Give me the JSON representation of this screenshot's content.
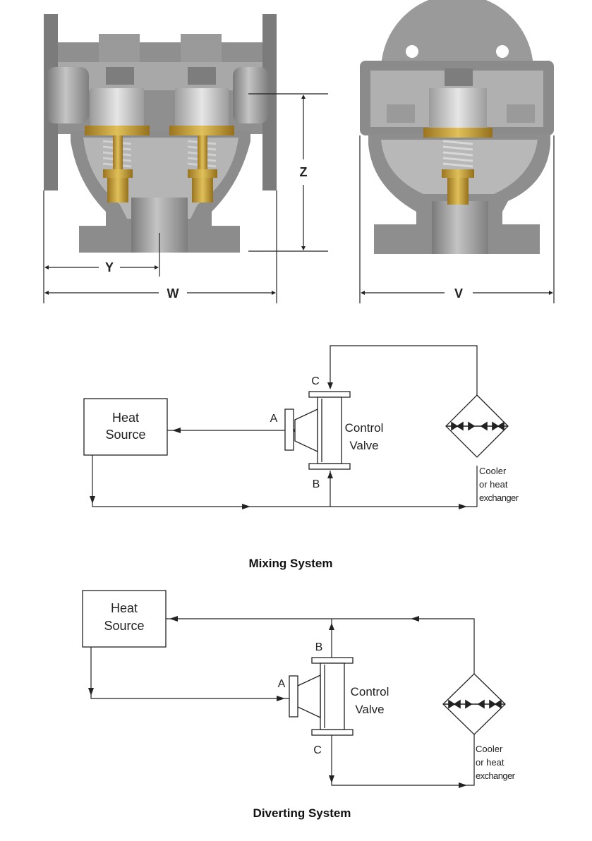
{
  "dimensions": {
    "z": "Z",
    "y": "Y",
    "w": "W",
    "v": "V"
  },
  "mixing": {
    "heat_source_line1": "Heat",
    "heat_source_line2": "Source",
    "port_a": "A",
    "port_b": "B",
    "port_c": "C",
    "valve_line1": "Control",
    "valve_line2": "Valve",
    "cooler_line1": "Cooler",
    "cooler_line2": "or heat",
    "cooler_line3": "exchanger",
    "caption": "Mixing System"
  },
  "diverting": {
    "heat_source_line1": "Heat",
    "heat_source_line2": "Source",
    "port_a": "A",
    "port_b": "B",
    "port_c": "C",
    "valve_line1": "Control",
    "valve_line2": "Valve",
    "cooler_line1": "Cooler",
    "cooler_line2": "or heat",
    "cooler_line3": "exchanger",
    "caption": "Diverting System"
  },
  "colors": {
    "metal_dark": "#6e6e6e",
    "metal_mid": "#a5a5a5",
    "metal_light": "#cfcfcf",
    "brass": "#b8902a",
    "brass_light": "#d9b84a",
    "line": "#222222"
  }
}
